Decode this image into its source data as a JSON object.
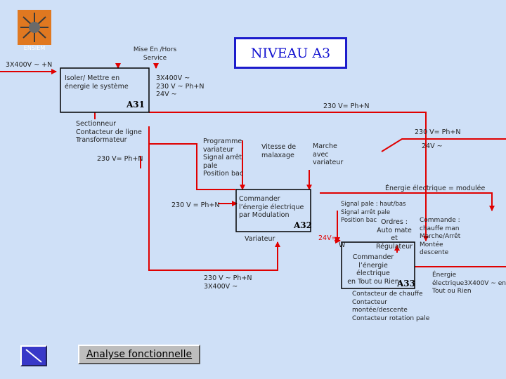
{
  "slide": {
    "title": "NIVEAU A3",
    "footer_button_label": "Analyse fonctionnelle",
    "logo_caption": "ENSIEM"
  },
  "colors": {
    "background": "#cfe0f7",
    "arrow": "#e00000",
    "box": "#000000",
    "title_border": "#1c1ccc",
    "title_text": "#1010d0",
    "nav_button": "#3838c8"
  },
  "labels": {
    "mise_en_service": "Mise En /Hors\nService",
    "supply_main": "3X400V ~ +N",
    "isoler": "Isoler/ Mettre en\nénergie le système",
    "supply_a31": "3X400V ~\n230 V ~ Ph+N\n24V ~",
    "a31_out": "230 V= Ph+N",
    "sectionneur": "Sectionneur\nContacteur de ligne\nTransformateur",
    "a31_to_a33": "230 V= Ph+N",
    "a31_left": "230 V= Ph+N",
    "programme": "Programme\nvariateur\nSignal  arrêt\npale\nPosition bac",
    "vitesse": "Vitesse de\nmalaxage",
    "marche": "Marche\navec\nvariateur",
    "v24_top": "24V ~",
    "energie_modulee": "Énergie électrique = modulée",
    "a32_in": "230 V = Ph+N",
    "commander_mod": "Commander\nl’énergie électrique\npar  Modulation",
    "variateur": "Variateur",
    "a32_supply": "230 V ~ Ph+N\n3X400V ~",
    "signal_pale": "Signal pale : haut/bas\nSignal  arrêt  pale\nPosition bac",
    "ordres": "Ordres :\nAuto mate\net\nRégulateur",
    "v24_mid": "24V=",
    "w_label": "W",
    "commande": "Commande :\nchauffe man\nMarche/Arrêt\nMontée\ndescente",
    "commander_tor": "Commander\nl’énergie électrique\nen Tout ou Rien",
    "contacteurs": "Contacteur  de chauffe\nContacteur\nmontée/descente\nContacteur rotation pale",
    "energie_tor": "Énergie\nélectrique3X400V ~ en\nTout ou Rien"
  },
  "blocks": {
    "a31": "A31",
    "a32": "A32",
    "a33": "A33"
  }
}
